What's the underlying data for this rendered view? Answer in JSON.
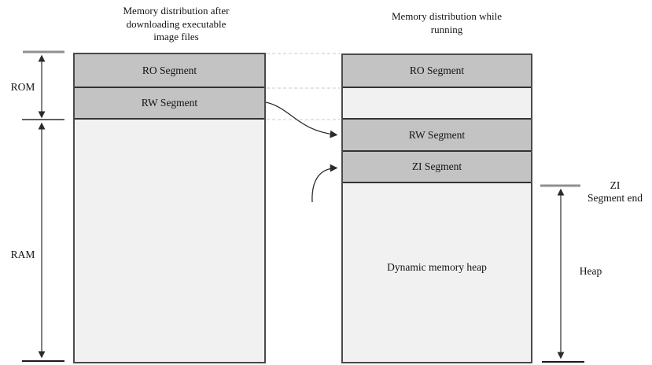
{
  "diagram": {
    "title_left": "Memory distribution after\ndownloading executable\nimage files",
    "title_right": "Memory distribution while\nrunning",
    "left_column": {
      "segments": [
        {
          "label": "RO Segment"
        },
        {
          "label": "RW Segment"
        },
        {
          "label": ""
        }
      ]
    },
    "right_column": {
      "segments": [
        {
          "label": "RO Segment"
        },
        {
          "label": ""
        },
        {
          "label": "RW Segment"
        },
        {
          "label": "ZI Segment"
        },
        {
          "label": "Dynamic memory heap"
        }
      ]
    },
    "annotations": {
      "rom": "ROM",
      "ram": "RAM",
      "zi_end": "ZI\nSegment end",
      "heap": "Heap"
    },
    "colors": {
      "segment_fill": "#c3c3c3",
      "light_fill": "#f1f1f1",
      "column_border": "#4a4a4a",
      "segment_border": "#333333",
      "tick_gray": "#8f8f8f",
      "dashed_line": "#c9c9c9",
      "arrow": "#2b2b2b",
      "text": "#141414",
      "background": "#ffffff"
    }
  }
}
